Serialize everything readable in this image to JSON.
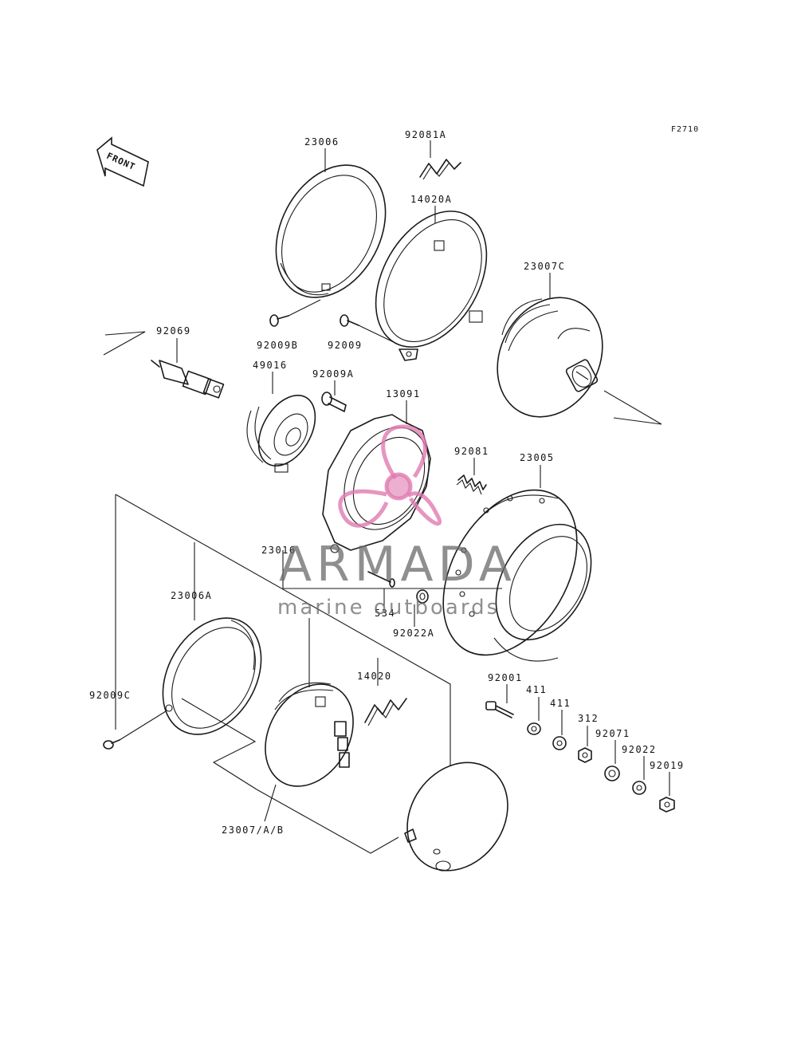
{
  "figure_code": "F2710",
  "front_arrow_label": "FRONT",
  "watermark": {
    "brand": "ARMADA",
    "tagline": "marine outboards",
    "color": "#e07ab0"
  },
  "parts": {
    "p23006": "23006",
    "p92081a": "92081A",
    "p14020a": "14020A",
    "p23007c": "23007C",
    "p92069": "92069",
    "p92009b": "92009B",
    "p92009": "92009",
    "p49016": "49016",
    "p92009a": "92009A",
    "p13091": "13091",
    "p92081": "92081",
    "p23005": "23005",
    "p23016": "23016",
    "p23006a": "23006A",
    "p534": "534",
    "p92022a": "92022A",
    "p14020": "14020",
    "p92001": "92001",
    "p411a": "411",
    "p411b": "411",
    "p312": "312",
    "p92071": "92071",
    "p92022": "92022",
    "p92019": "92019",
    "p92009c": "92009C",
    "p23007ab": "23007/A/B"
  }
}
